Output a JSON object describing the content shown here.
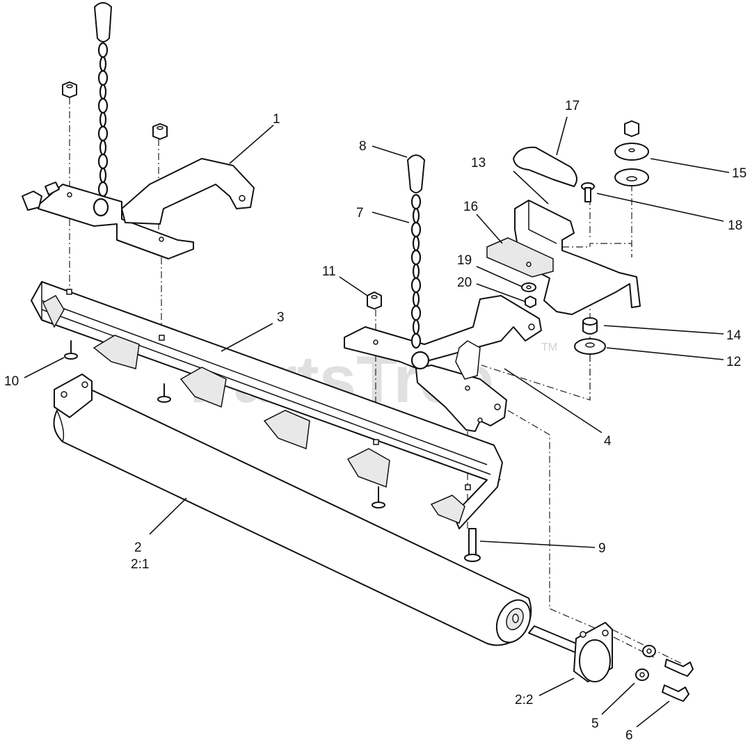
{
  "watermark": {
    "brand": "PartsTree",
    "trademark": "TM"
  },
  "callouts": [
    {
      "id": "1",
      "label": "1"
    },
    {
      "id": "2",
      "label": "2"
    },
    {
      "id": "2-1",
      "label": "2:1"
    },
    {
      "id": "2-2",
      "label": "2:2"
    },
    {
      "id": "3",
      "label": "3"
    },
    {
      "id": "4",
      "label": "4"
    },
    {
      "id": "5",
      "label": "5"
    },
    {
      "id": "6",
      "label": "6"
    },
    {
      "id": "7",
      "label": "7"
    },
    {
      "id": "8",
      "label": "8"
    },
    {
      "id": "9",
      "label": "9"
    },
    {
      "id": "10",
      "label": "10"
    },
    {
      "id": "11",
      "label": "11"
    },
    {
      "id": "12",
      "label": "12"
    },
    {
      "id": "13",
      "label": "13"
    },
    {
      "id": "14",
      "label": "14"
    },
    {
      "id": "15",
      "label": "15"
    },
    {
      "id": "16",
      "label": "16"
    },
    {
      "id": "17",
      "label": "17"
    },
    {
      "id": "18",
      "label": "18"
    },
    {
      "id": "19",
      "label": "19"
    },
    {
      "id": "20",
      "label": "20"
    }
  ]
}
